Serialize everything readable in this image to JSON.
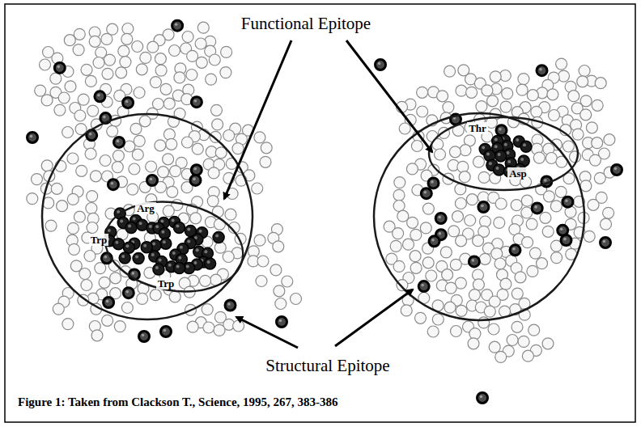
{
  "diagram": {
    "caption": "Figure 1: Taken from Clackson T., Science, 1995, 267, 383-386",
    "labels": [
      "Functional Epitope",
      "Structural Epitope",
      "Arg",
      "Trp",
      "Trp",
      "Thr",
      "Asp"
    ]
  }
}
